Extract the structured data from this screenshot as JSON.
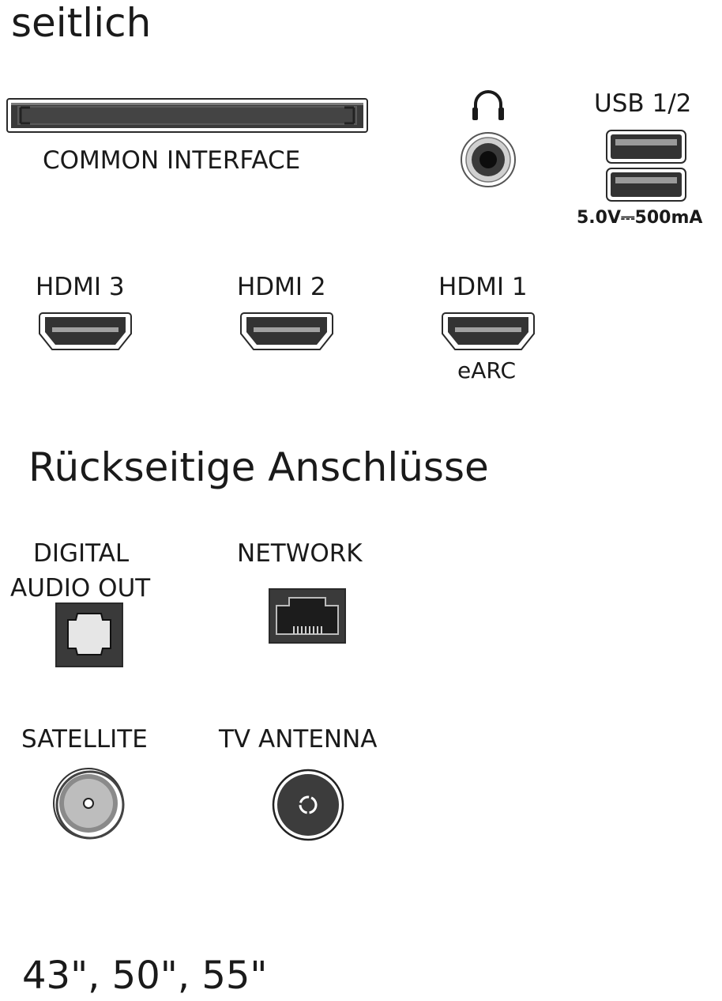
{
  "sections": {
    "side": {
      "title": "seitlich"
    },
    "rear": {
      "title": "Rückseitige Anschlüsse"
    }
  },
  "side_ports": {
    "common_interface": {
      "label": "COMMON INTERFACE",
      "icon": "ci-slot-icon"
    },
    "headphone": {
      "icon": "headphones-icon"
    },
    "usb": {
      "label": "USB 1/2",
      "power": "5.0V⎓500mA",
      "icon": "usb-port-icon"
    },
    "hdmi": [
      {
        "label": "HDMI 3",
        "sublabel": ""
      },
      {
        "label": "HDMI 2",
        "sublabel": ""
      },
      {
        "label": "HDMI 1",
        "sublabel": "eARC"
      }
    ]
  },
  "rear_ports": {
    "digital_audio": {
      "label_line1": "DIGITAL",
      "label_line2": "AUDIO OUT",
      "icon": "optical-port-icon"
    },
    "network": {
      "label": "NETWORK",
      "icon": "ethernet-port-icon"
    },
    "satellite": {
      "label": "SATELLITE",
      "icon": "satellite-connector-icon"
    },
    "tv_antenna": {
      "label": "TV ANTENNA",
      "icon": "antenna-connector-icon"
    }
  },
  "footer": {
    "sizes": "43\", 50\", 55\""
  },
  "colors": {
    "text": "#1a1a1a",
    "port_dark": "#333333",
    "port_light": "#bdbdbd"
  }
}
